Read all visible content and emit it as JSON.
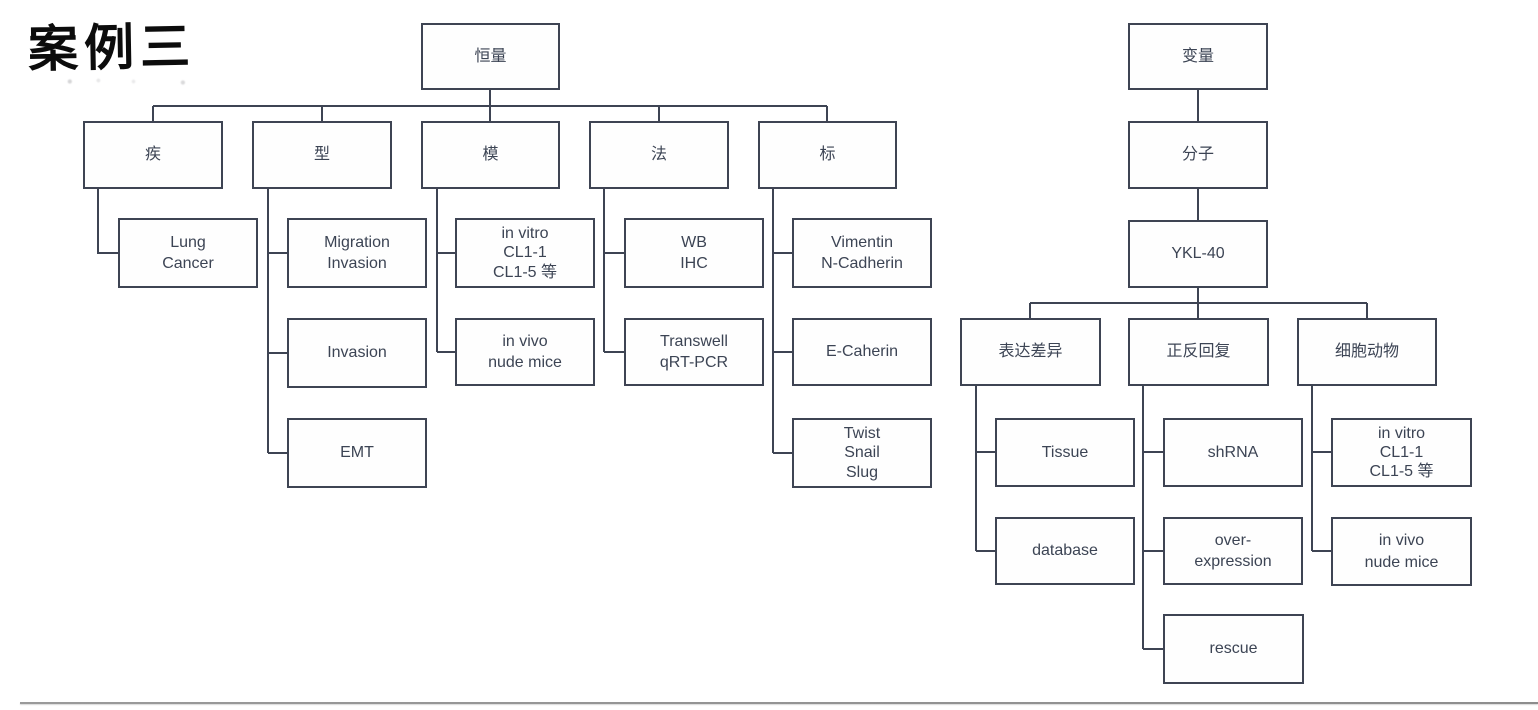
{
  "title": "案例三",
  "colors": {
    "box_border": "#3e4453",
    "box_text": "#3c4454",
    "connector": "#3e4453",
    "divider": "#8d8d8d",
    "background": "#ffffff"
  },
  "nodes": {
    "hengliang": {
      "label": "恒量"
    },
    "ji": {
      "label": "疾"
    },
    "xing": {
      "label": "型"
    },
    "mo": {
      "label": "模"
    },
    "fa": {
      "label": "法"
    },
    "biao": {
      "label": "标"
    },
    "lung_cancer": {
      "label": "Lung\nCancer"
    },
    "migration_invasion": {
      "label": "Migration\nInvasion"
    },
    "invasion": {
      "label": "Invasion"
    },
    "emt": {
      "label": "EMT"
    },
    "invitro_left": {
      "label": "in vitro\nCL1-1\nCL1-5 等"
    },
    "invivo_left": {
      "label": "in vivo\nnude mice"
    },
    "wb_ihc": {
      "label": "WB\nIHC"
    },
    "transwell_qrtpcr": {
      "label": "Transwell\nqRT-PCR"
    },
    "vimentin_ncadherin": {
      "label": "Vimentin\nN-Cadherin"
    },
    "e_caherin": {
      "label": "E-Caherin"
    },
    "twist_snail_slug": {
      "label": "Twist\nSnail\nSlug"
    },
    "bianliang": {
      "label": "变量"
    },
    "fenzi": {
      "label": "分子"
    },
    "ykl40": {
      "label": "YKL-40"
    },
    "biaoda_chayi": {
      "label": "表达差异"
    },
    "zhengfan_huifu": {
      "label": "正反回复"
    },
    "xibao_dongwu": {
      "label": "细胞动物"
    },
    "tissue": {
      "label": "Tissue"
    },
    "database": {
      "label": "database"
    },
    "shrna": {
      "label": "shRNA"
    },
    "overexpression": {
      "label": "over-\nexpression"
    },
    "rescue": {
      "label": "rescue"
    },
    "invitro_right": {
      "label": "in vitro\nCL1-1\nCL1-5 等"
    },
    "invivo_right": {
      "label": "in vivo\nnude mice"
    }
  },
  "structure": {
    "left_tree": {
      "root": "恒量",
      "branches": [
        {
          "label": "疾",
          "children": [
            "Lung Cancer"
          ]
        },
        {
          "label": "型",
          "children": [
            "Migration Invasion",
            "Invasion",
            "EMT"
          ]
        },
        {
          "label": "模",
          "children": [
            "in vitro CL1-1 CL1-5 等",
            "in vivo nude mice"
          ]
        },
        {
          "label": "法",
          "children": [
            "WB IHC",
            "Transwell qRT-PCR"
          ]
        },
        {
          "label": "标",
          "children": [
            "Vimentin N-Cadherin",
            "E-Caherin",
            "Twist Snail Slug"
          ]
        }
      ]
    },
    "right_tree": {
      "root": "变量",
      "chain": [
        "分子",
        "YKL-40"
      ],
      "branches": [
        {
          "label": "表达差异",
          "children": [
            "Tissue",
            "database"
          ]
        },
        {
          "label": "正反回复",
          "children": [
            "shRNA",
            "over-expression",
            "rescue"
          ]
        },
        {
          "label": "细胞动物",
          "children": [
            "in vitro CL1-1 CL1-5 等",
            "in vivo nude mice"
          ]
        }
      ]
    }
  }
}
